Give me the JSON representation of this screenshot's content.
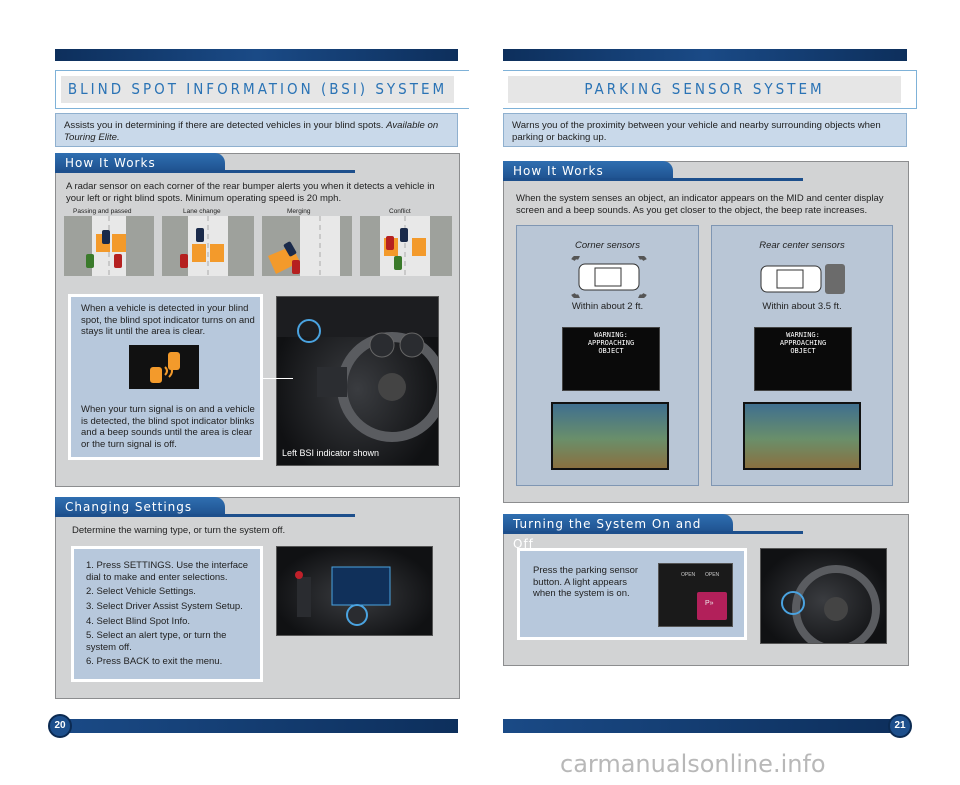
{
  "left_page": {
    "title": "BLIND SPOT INFORMATION (BSI) SYSTEM",
    "intro_text": "Assists you in determining if there are detected vehicles in your blind spots.",
    "intro_note": "Available on Touring Elite.",
    "how_it_works": {
      "tab": "How It Works",
      "text": "A radar sensor on each corner of the rear bumper alerts you when it detects a vehicle in your left or right blind spots. Minimum operating speed is 20 mph.",
      "scenarios": [
        "Passing and passed",
        "Lane change",
        "Merging",
        "Conflict"
      ],
      "detected_text": "When a vehicle is detected in your blind spot, the blind spot indicator turns on and stays lit until the area is clear.",
      "turn_signal_text": "When your turn signal is on and a vehicle is detected, the blind spot indicator blinks and a beep sounds until the area is clear or the turn signal is off.",
      "photo_caption": "Left BSI indicator shown"
    },
    "changing_settings": {
      "tab": "Changing Settings",
      "text": "Determine the warning type, or turn the system off.",
      "steps": [
        "1.  Press SETTINGS. Use the interface dial to make and enter selections.",
        "2.  Select Vehicle Settings.",
        "3.  Select Driver Assist System Setup.",
        "4.  Select Blind Spot Info.",
        "5.  Select an alert type, or turn the system off.",
        "6.  Press BACK to exit the menu."
      ]
    },
    "page_number": "20"
  },
  "right_page": {
    "title": "PARKING SENSOR SYSTEM",
    "intro_text": "Warns you of the proximity between your vehicle and nearby surrounding objects when parking or backing up.",
    "how_it_works": {
      "tab": "How It Works",
      "text": "When the system senses an object, an indicator appears on the MID and center display screen and a beep sounds. As you get closer to the object, the beep rate increases.",
      "corner": {
        "title": "Corner sensors",
        "distance": "Within about 2 ft."
      },
      "rear": {
        "title": "Rear center sensors",
        "distance": "Within about 3.5 ft."
      },
      "warning_line1": "WARNING:",
      "warning_line2": "APPROACHING",
      "warning_line3": "OBJECT"
    },
    "turning": {
      "tab": "Turning the System On and Off",
      "text": "Press the parking sensor button.  A light appears when the system is on.",
      "button_label_1": "OPEN",
      "button_label_2": "OPEN"
    },
    "page_number": "21"
  },
  "footer": {
    "watermark": "carmanualsonline.info"
  },
  "colors": {
    "accent_blue": "#2a73b5",
    "navy": "#1d4f8c",
    "panel_gray": "#d2d3d4",
    "info_blue": "#c9d9ea",
    "blind_spot_orange": "#f39a2b"
  }
}
